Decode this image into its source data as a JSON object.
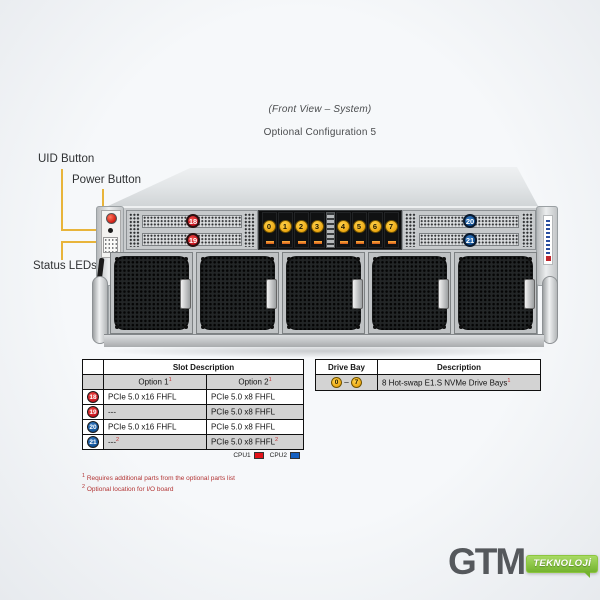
{
  "header": {
    "view_label": "(Front View – System)",
    "config_label": "Optional Configuration 5"
  },
  "callouts": {
    "uid": "UID Button",
    "power": "Power Button",
    "status": "Status LEDs"
  },
  "server": {
    "drives": [
      "0",
      "1",
      "2",
      "3",
      "4",
      "5",
      "6",
      "7"
    ],
    "left_slot_badges": [
      "18",
      "19"
    ],
    "right_slot_badges": [
      "20",
      "21"
    ]
  },
  "slot_table": {
    "title": "Slot Description",
    "option1_label": "Option 1",
    "option2_label": "Option 2",
    "option_sup": "1",
    "rows": [
      {
        "id": "18",
        "cpu": "CPU1",
        "opt1": "PCIe 5.0 x16 FHFL",
        "opt1_sup": "",
        "opt2": "PCIe 5.0 x8 FHFL",
        "opt2_sup": ""
      },
      {
        "id": "19",
        "cpu": "CPU1",
        "opt1": "---",
        "opt1_sup": "",
        "opt2": "PCIe 5.0 x8 FHFL",
        "opt2_sup": ""
      },
      {
        "id": "20",
        "cpu": "CPU2",
        "opt1": "PCIe 5.0 x16 FHFL",
        "opt1_sup": "",
        "opt2": "PCIe 5.0 x8 FHFL",
        "opt2_sup": ""
      },
      {
        "id": "21",
        "cpu": "CPU2",
        "opt1": "---",
        "opt1_sup": "2",
        "opt2": "PCIe 5.0 x8 FHFL",
        "opt2_sup": "2"
      }
    ],
    "legend": [
      {
        "label": "CPU1"
      },
      {
        "label": "CPU2"
      }
    ]
  },
  "drive_table": {
    "col1_header": "Drive Bay",
    "col2_header": "Description",
    "bay_start": "0",
    "bay_dash": "–",
    "bay_end": "7",
    "description": "8 Hot-swap E1.S NVMe Drive Bays",
    "description_sup": "1"
  },
  "footnotes": [
    {
      "sup": "1",
      "text": "Requires additional parts from the optional parts list"
    },
    {
      "sup": "2",
      "text": "Optional location for I/O board"
    }
  ],
  "logo": {
    "name": "GTM",
    "badge": "TEKNOLOJİ"
  },
  "colors": {
    "callout_line": "#e8b43a",
    "cpu1_red": "#c3101c",
    "cpu2_blue": "#0e4e93",
    "drive_circle_yellow": "#eda712",
    "logo_green": "#74b32e",
    "footnote_red": "#b23434",
    "table_row_gray": "#d3d3d3"
  }
}
